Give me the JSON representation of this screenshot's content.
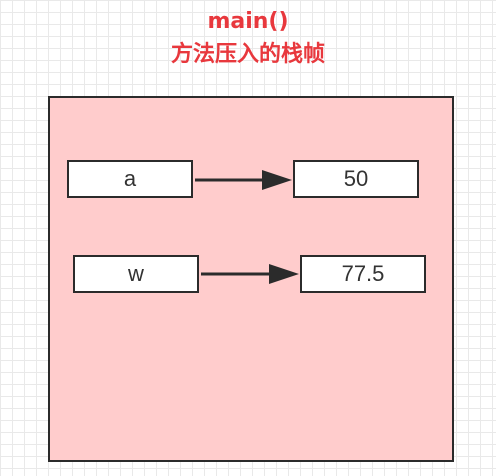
{
  "title": {
    "line1": "main()",
    "line2": "方法压入的栈帧"
  },
  "stack_frame": {
    "variables": [
      {
        "name": "a",
        "value": "50"
      },
      {
        "name": "w",
        "value": "77.5"
      }
    ]
  },
  "colors": {
    "title": "#e8383d",
    "frame_fill": "#ffcccc",
    "stroke": "#2b2b2b"
  }
}
